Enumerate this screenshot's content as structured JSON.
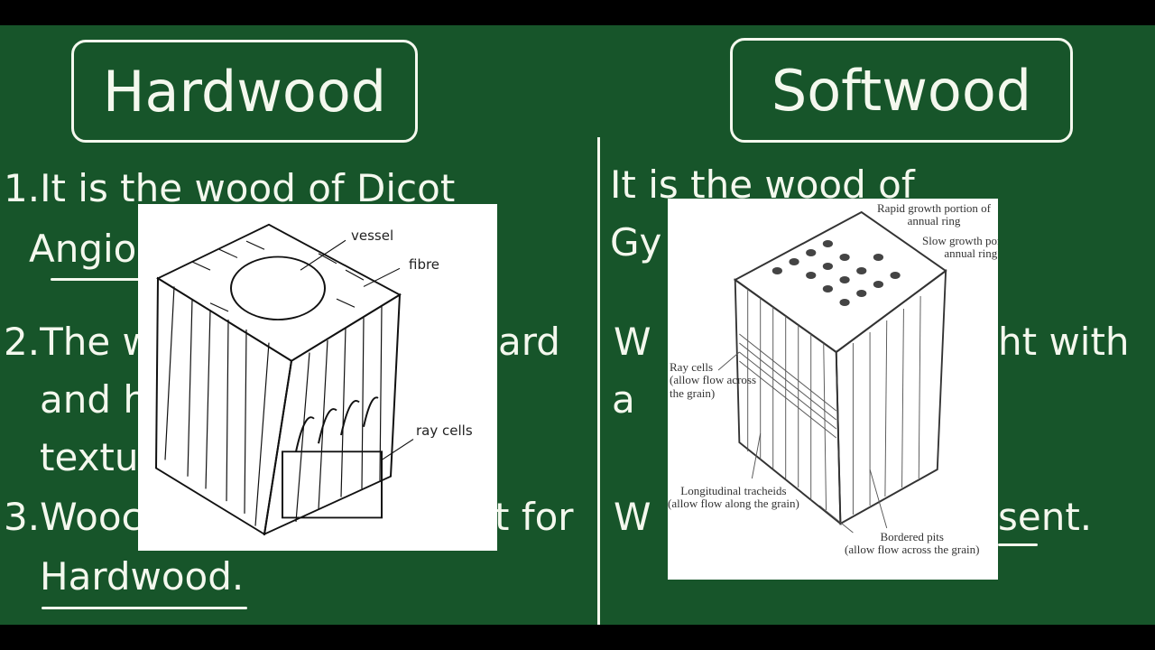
{
  "colors": {
    "board": "#17552a",
    "chalk": "#f4f8ee",
    "bars": "#000000"
  },
  "hardwood": {
    "title": "Hardwood",
    "fragments": [
      "1.It is the wood of Dicot",
      "Angios",
      "2.The w",
      "ard",
      "and h",
      "textu",
      "3.Wooc",
      "t for",
      "Hardwood."
    ],
    "diagram": {
      "labels": [
        "vessel",
        "fibre",
        "ray cells"
      ]
    }
  },
  "softwood": {
    "title": "Softwood",
    "fragments": [
      "It is the wood of",
      "Gy",
      "W",
      "ht with",
      "a",
      "W",
      "sent."
    ],
    "diagram": {
      "labels": [
        "Rapid growth portion of\nannual ring",
        "Slow growth portion\nannual ring",
        "Ray cells\n(allow flow across\nthe grain)",
        "Longitudinal tracheids\n(allow flow along the grain)",
        "Bordered pits\n(allow flow across the grain)"
      ]
    }
  }
}
